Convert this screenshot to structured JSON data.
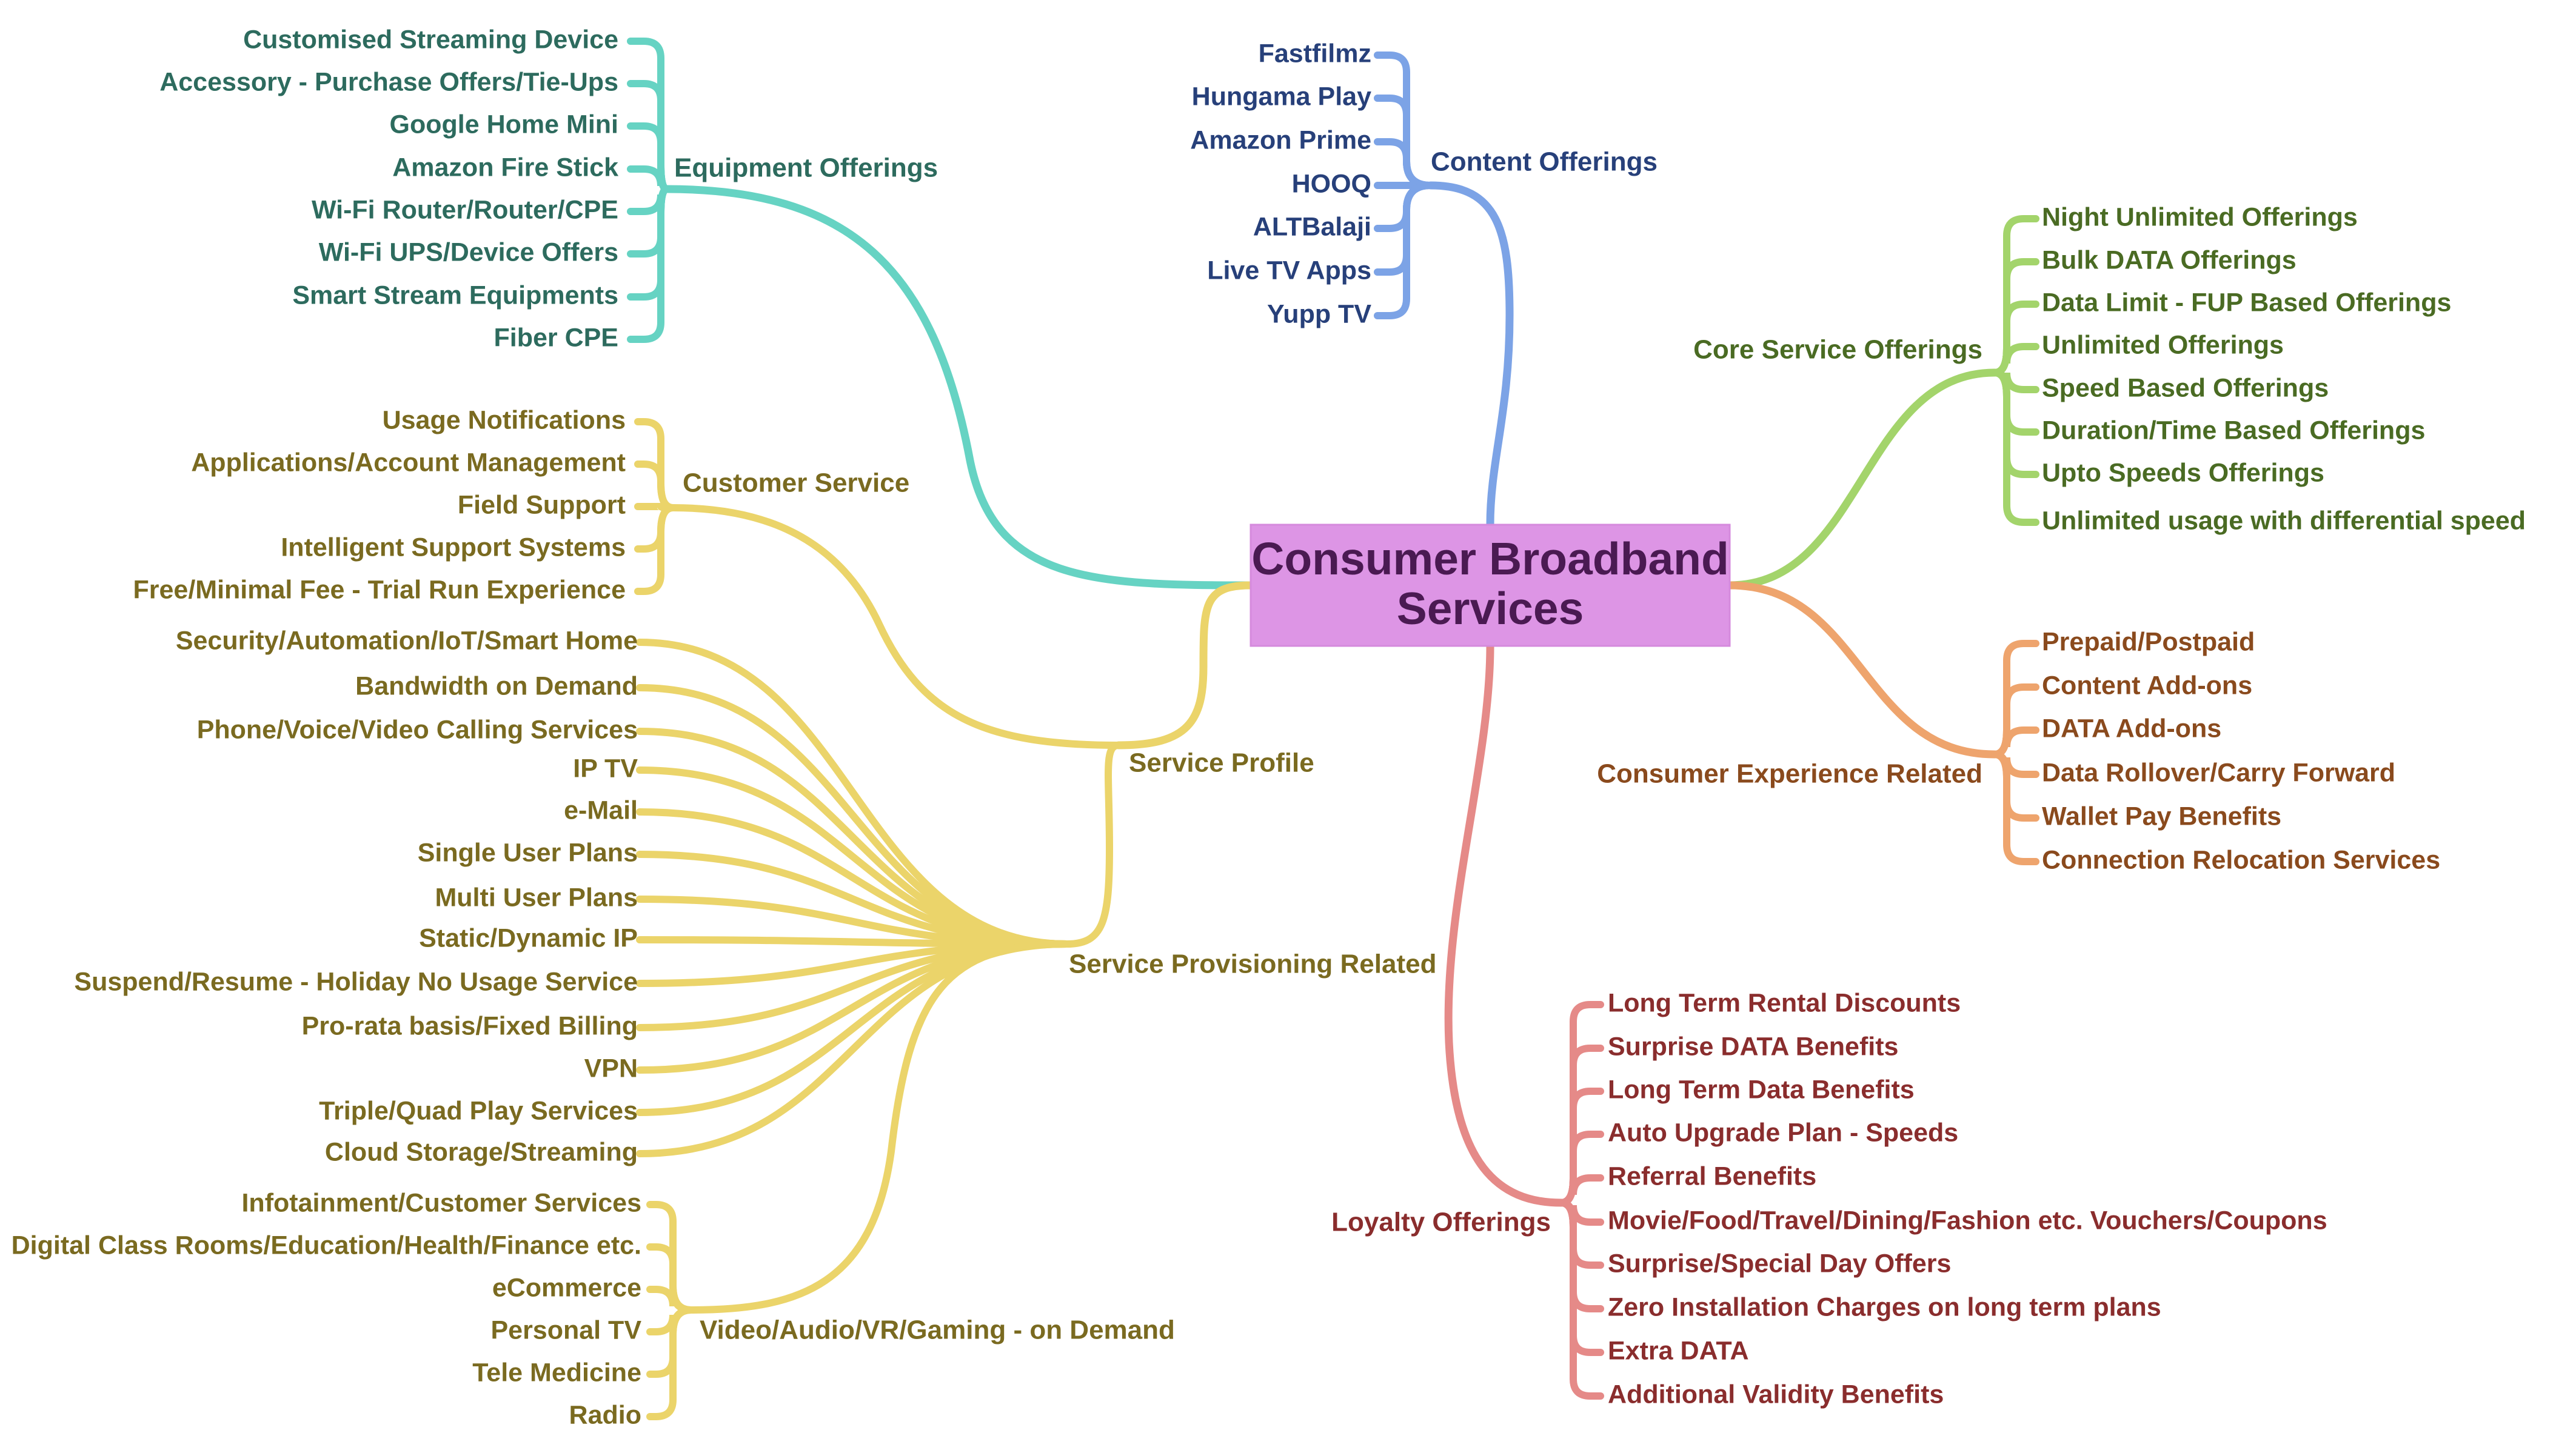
{
  "central": {
    "title_line1": "Consumer Broadband",
    "title_line2": "Services"
  },
  "colors": {
    "equipment": "#66d3c3",
    "equipment_text": "#2d6b5e",
    "content": "#7ca3e6",
    "content_text": "#27407a",
    "core": "#a3d46b",
    "core_text": "#4a6b23",
    "experience": "#eea46d",
    "experience_text": "#8a4a1d",
    "loyalty": "#e58a88",
    "loyalty_text": "#8a2d2d",
    "service": "#ebd46a",
    "service_text": "#7a6a20"
  },
  "branches": {
    "equipment": {
      "label": "Equipment Offerings",
      "items": [
        "Customised Streaming Device",
        "Accessory - Purchase Offers/Tie-Ups",
        "Google Home Mini",
        "Amazon Fire Stick",
        "Wi-Fi Router/Router/CPE",
        "Wi-Fi UPS/Device Offers",
        "Smart Stream Equipments",
        "Fiber CPE"
      ]
    },
    "content": {
      "label": "Content Offerings",
      "items": [
        "Fastfilmz",
        "Hungama Play",
        "Amazon Prime",
        "HOOQ",
        "ALTBalaji",
        "Live TV Apps",
        "Yupp TV"
      ]
    },
    "core": {
      "label": "Core Service Offerings",
      "items": [
        "Night Unlimited Offerings",
        "Bulk DATA Offerings",
        "Data Limit - FUP Based Offerings",
        "Unlimited Offerings",
        "Speed Based Offerings",
        "Duration/Time Based Offerings",
        "Upto Speeds Offerings",
        "Unlimited usage with differential speed"
      ]
    },
    "experience": {
      "label": "Consumer Experience Related",
      "items": [
        "Prepaid/Postpaid",
        "Content Add-ons",
        "DATA Add-ons",
        "Data Rollover/Carry Forward",
        "Wallet Pay Benefits",
        "Connection Relocation Services"
      ]
    },
    "loyalty": {
      "label": "Loyalty Offerings",
      "items": [
        "Long Term Rental Discounts",
        "Surprise DATA Benefits",
        "Long Term Data Benefits",
        "Auto Upgrade Plan - Speeds",
        "Referral Benefits",
        "Movie/Food/Travel/Dining/Fashion etc. Vouchers/Coupons",
        "Surprise/Special Day Offers",
        "Zero Installation Charges on long term plans",
        "Extra DATA",
        "Additional Validity Benefits"
      ]
    },
    "service_profile": {
      "label": "Service Profile",
      "customer_service": {
        "label": "Customer Service",
        "items": [
          "Usage Notifications",
          "Applications/Account Management",
          "Field Support",
          "Intelligent Support Systems",
          "Free/Minimal Fee - Trial Run Experience"
        ]
      },
      "provisioning": {
        "label": "Service Provisioning Related",
        "items": [
          "Security/Automation/IoT/Smart Home",
          "Bandwidth on Demand",
          "Phone/Voice/Video Calling Services",
          "IP TV",
          "e-Mail",
          "Single User Plans",
          "Multi User Plans",
          "Static/Dynamic IP",
          "Suspend/Resume - Holiday No Usage Service",
          "Pro-rata basis/Fixed Billing",
          "VPN",
          "Triple/Quad Play Services",
          "Cloud Storage/Streaming"
        ]
      },
      "on_demand": {
        "label": "Video/Audio/VR/Gaming - on Demand",
        "items": [
          "Infotainment/Customer Services",
          "Digital Class Rooms/Education/Health/Finance etc.",
          "eCommerce",
          "Personal TV",
          "Tele Medicine",
          "Radio"
        ]
      }
    }
  }
}
